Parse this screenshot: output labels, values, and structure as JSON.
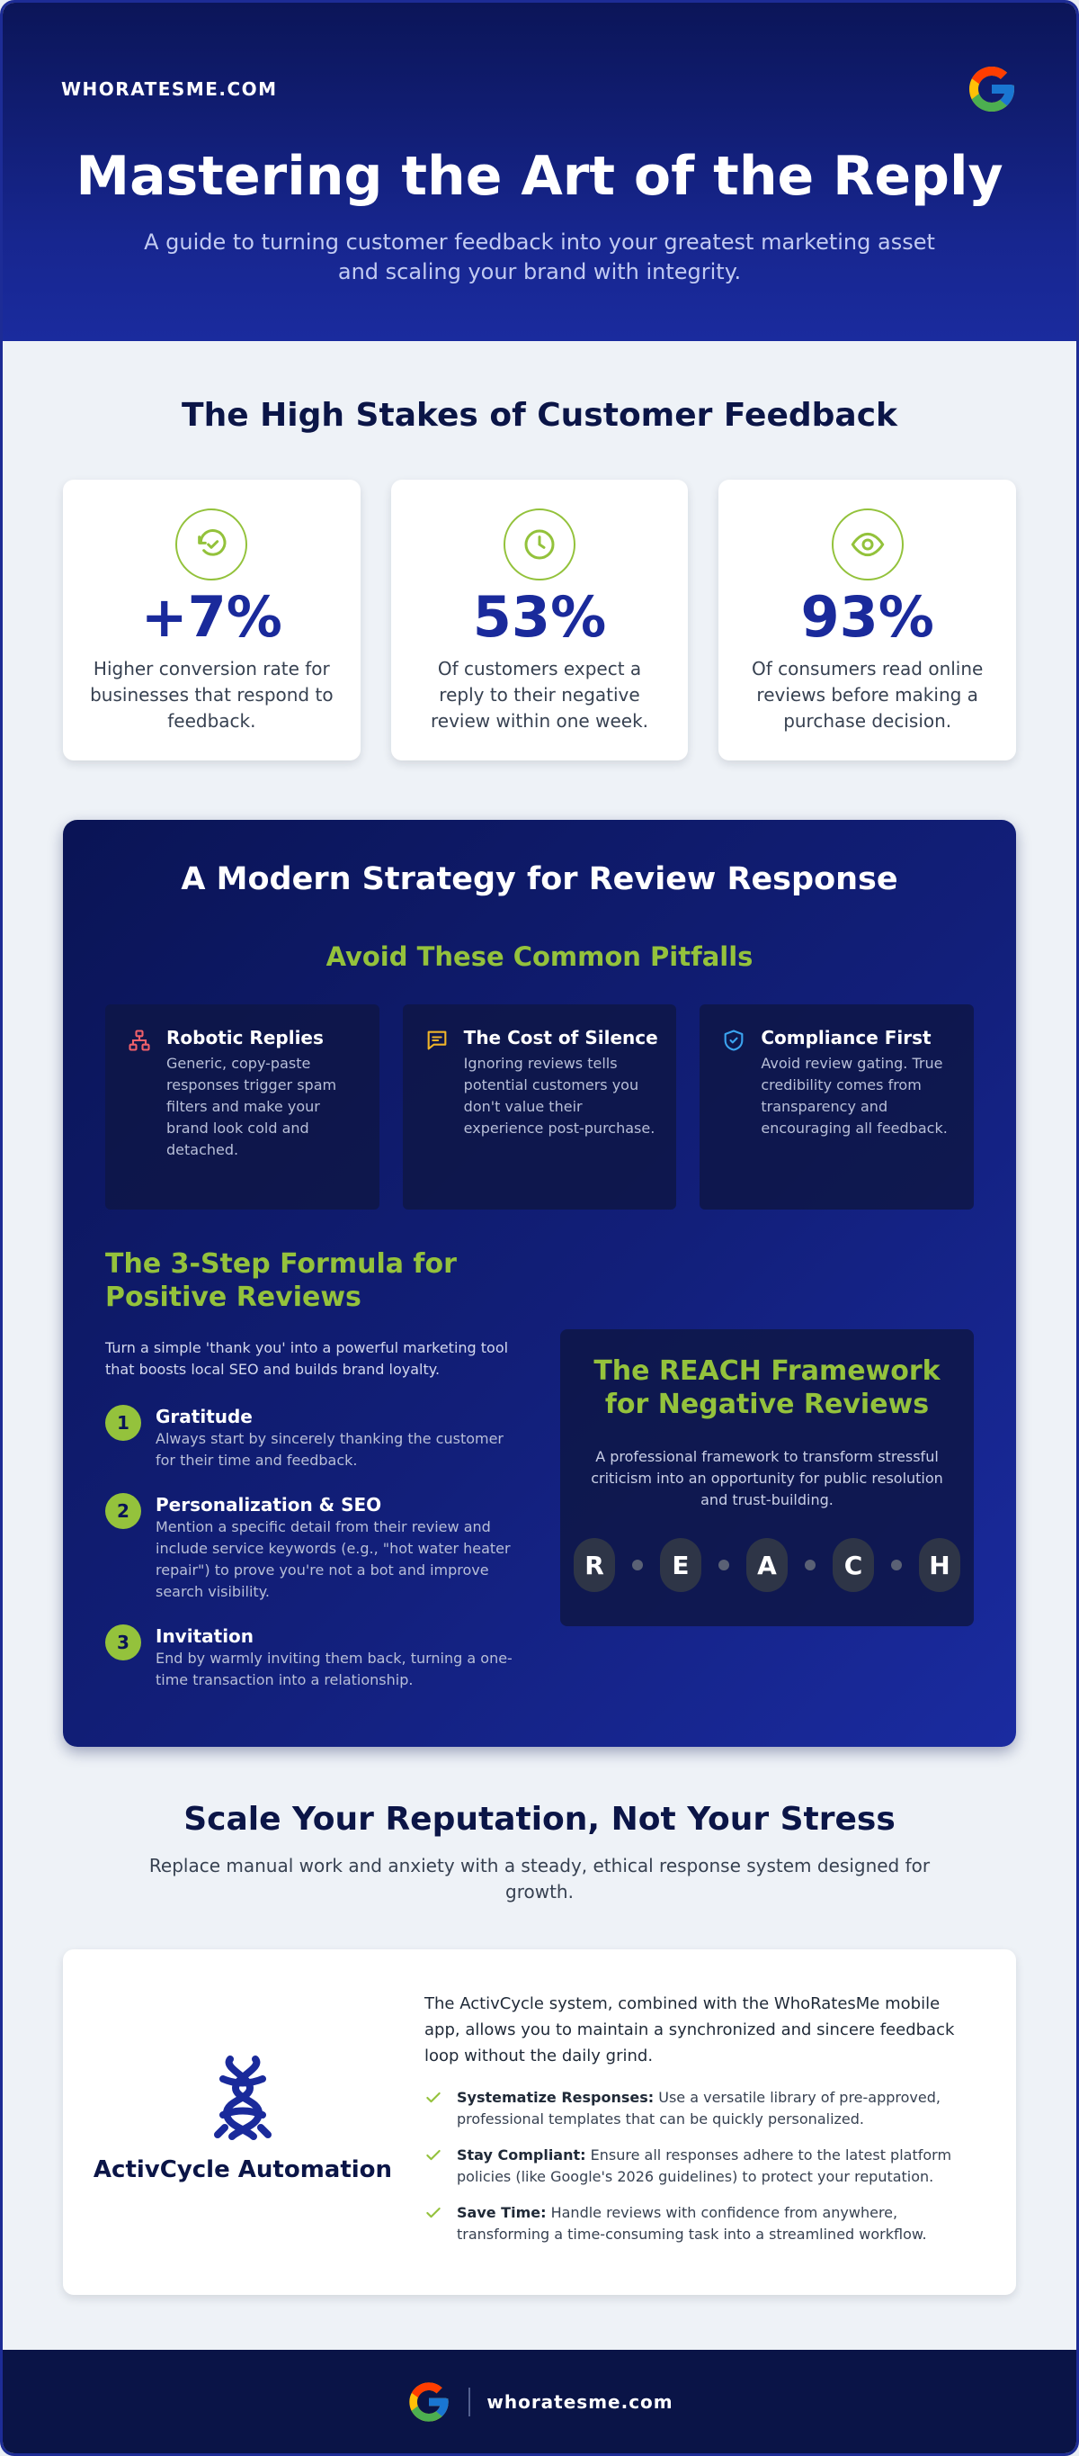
{
  "header": {
    "brand": "WHORATESME.COM",
    "title": "Mastering the Art of the Reply",
    "subtitle": "A guide to turning customer feedback into your greatest marketing asset and scaling your brand with integrity.",
    "logo_icon": "google-g-icon"
  },
  "stakes": {
    "title": "The High Stakes of Customer Feedback",
    "stats": [
      {
        "icon": "refresh-icon",
        "value": "+7%",
        "text": "Higher conversion rate for businesses that respond to feedback."
      },
      {
        "icon": "clock-icon",
        "value": "53%",
        "text": "Of customers expect a reply to their negative review within one week."
      },
      {
        "icon": "eye-icon",
        "value": "93%",
        "text": "Of consumers read online reviews before making a purchase decision."
      }
    ]
  },
  "strategy": {
    "title": "A Modern Strategy for Review Response",
    "pitfalls_title": "Avoid These Common Pitfalls",
    "pitfalls": [
      {
        "icon": "network-icon",
        "title": "Robotic Replies",
        "text": "Generic, copy-paste responses trigger spam filters and make your brand look cold and detached."
      },
      {
        "icon": "message-icon",
        "title": "The Cost of Silence",
        "text": "Ignoring reviews tells potential customers you don't value their experience post-purchase."
      },
      {
        "icon": "shield-check-icon",
        "title": "Compliance First",
        "text": "Avoid review gating. True credibility comes from transparency and encouraging all feedback."
      }
    ],
    "formula_title": "The 3-Step Formula for Positive Reviews",
    "formula_intro": "Turn a simple 'thank you' into a powerful marketing tool that boosts local SEO and builds brand loyalty.",
    "steps": [
      {
        "num": "1",
        "title": "Gratitude",
        "text": "Always start by sincerely thanking the customer for their time and feedback."
      },
      {
        "num": "2",
        "title": "Personalization & SEO",
        "text": "Mention a specific detail from their review and include service keywords (e.g., \"hot water heater repair\") to prove you're not a bot and improve search visibility."
      },
      {
        "num": "3",
        "title": "Invitation",
        "text": "End by warmly inviting them back, turning a one-time transaction into a relationship."
      }
    ],
    "reach": {
      "title": "The REACH Framework for Negative Reviews",
      "text": "A professional framework to transform stressful criticism into an opportunity for public resolution and trust-building.",
      "letters": [
        "R",
        "E",
        "A",
        "C",
        "H"
      ]
    }
  },
  "scale": {
    "title": "Scale Your Reputation, Not Your Stress",
    "subtitle": "Replace manual work and anxiety with a steady, ethical response system designed for growth.",
    "product_name": "ActivCycle Automation",
    "product_icon": "knot-icon",
    "intro": "The ActivCycle system, combined with the WhoRatesMe mobile app, allows you to maintain a synchronized and sincere feedback loop without the daily grind.",
    "checks": [
      {
        "bold": "Systematize Responses:",
        "text": " Use a versatile library of pre-approved, professional templates that can be quickly personalized."
      },
      {
        "bold": "Stay Compliant:",
        "text": " Ensure all responses adhere to the latest platform policies (like Google's 2026 guidelines) to protect your reputation."
      },
      {
        "bold": "Save Time:",
        "text": " Handle reviews with confidence from anywhere, transforming a time-consuming task into a streamlined workflow."
      }
    ]
  },
  "footer": {
    "text": "whoratesme.com"
  },
  "colors": {
    "navy": "#0a1455",
    "accent_blue": "#1a2a9b",
    "accent_green": "#94c23c"
  }
}
